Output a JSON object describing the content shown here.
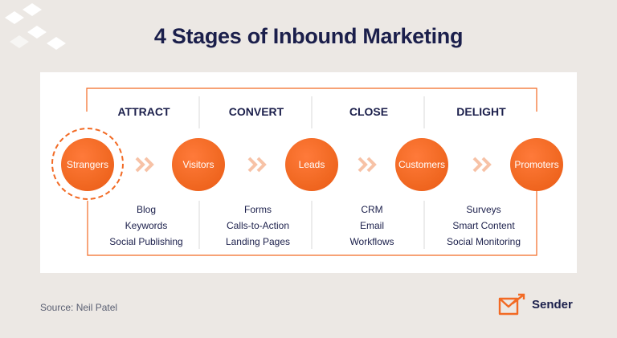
{
  "title": "4 Stages of Inbound Marketing",
  "stages": [
    {
      "label": "ATTRACT",
      "items": [
        "Blog",
        "Keywords",
        "Social Publishing"
      ]
    },
    {
      "label": "CONVERT",
      "items": [
        "Forms",
        "Calls-to-Action",
        "Landing Pages"
      ]
    },
    {
      "label": "CLOSE",
      "items": [
        "CRM",
        "Email",
        "Workflows"
      ]
    },
    {
      "label": "DELIGHT",
      "items": [
        "Surveys",
        "Smart Content",
        "Social Monitoring"
      ]
    }
  ],
  "nodes": [
    "Strangers",
    "Visitors",
    "Leads",
    "Customers",
    "Promoters"
  ],
  "source": "Source: Neil Patel",
  "brand": {
    "name": "Sender",
    "icon": "envelope-arrow-icon"
  },
  "colors": {
    "accent": "#f26a24",
    "navy": "#1b1f4b",
    "background": "#ece8e4",
    "chevron": "#f7c2a6"
  }
}
